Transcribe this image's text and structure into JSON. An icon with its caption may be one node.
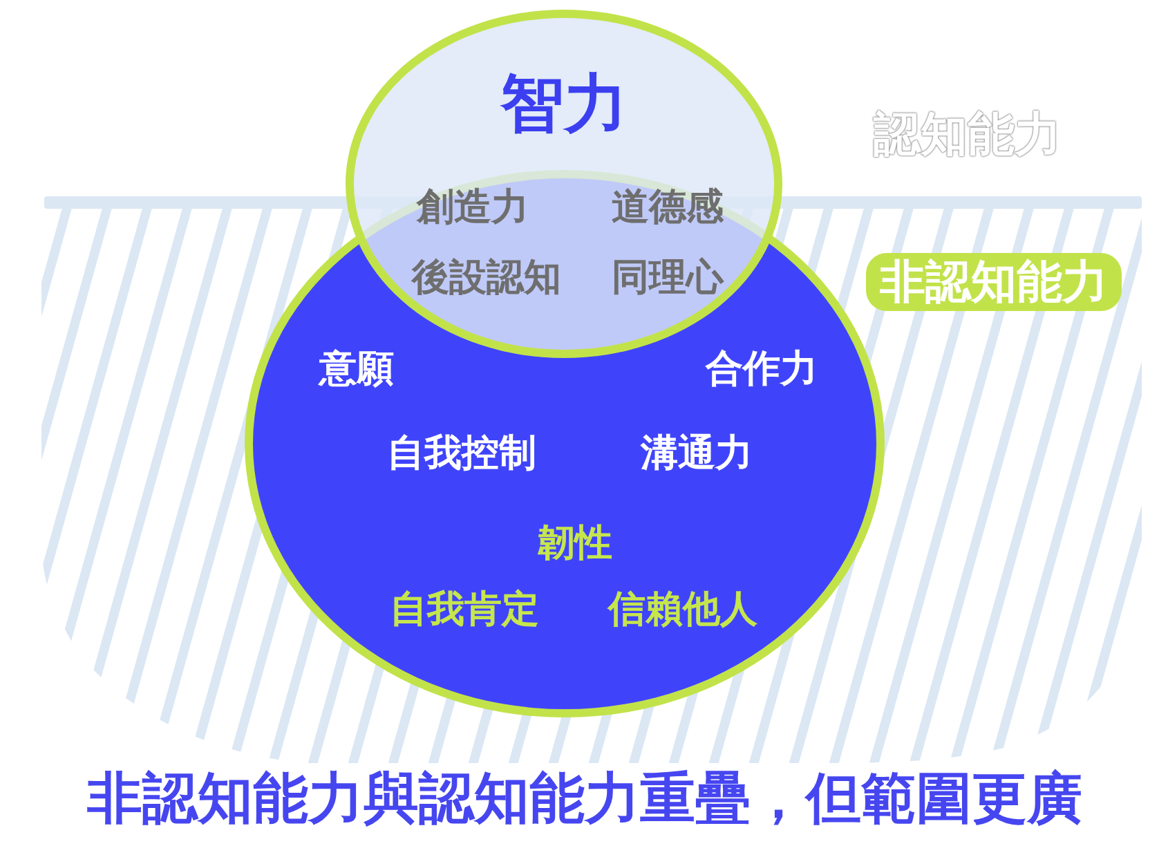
{
  "diagram": {
    "caption": "非認知能力與認知能力重疊，但範圍更廣",
    "nodes": [
      {
        "text": [
          "智力",
          "創造力",
          "道德感",
          "後設認知",
          "同理心"
        ]
      },
      {
        "text": [
          "非認知能力"
        ]
      },
      {
        "text": [
          "意願",
          "合作力",
          "自我控制",
          "溝通力",
          "韌性",
          "自我肯定",
          "信賴他人"
        ]
      }
    ],
    "labels": [
      "認知能力"
    ]
  }
}
